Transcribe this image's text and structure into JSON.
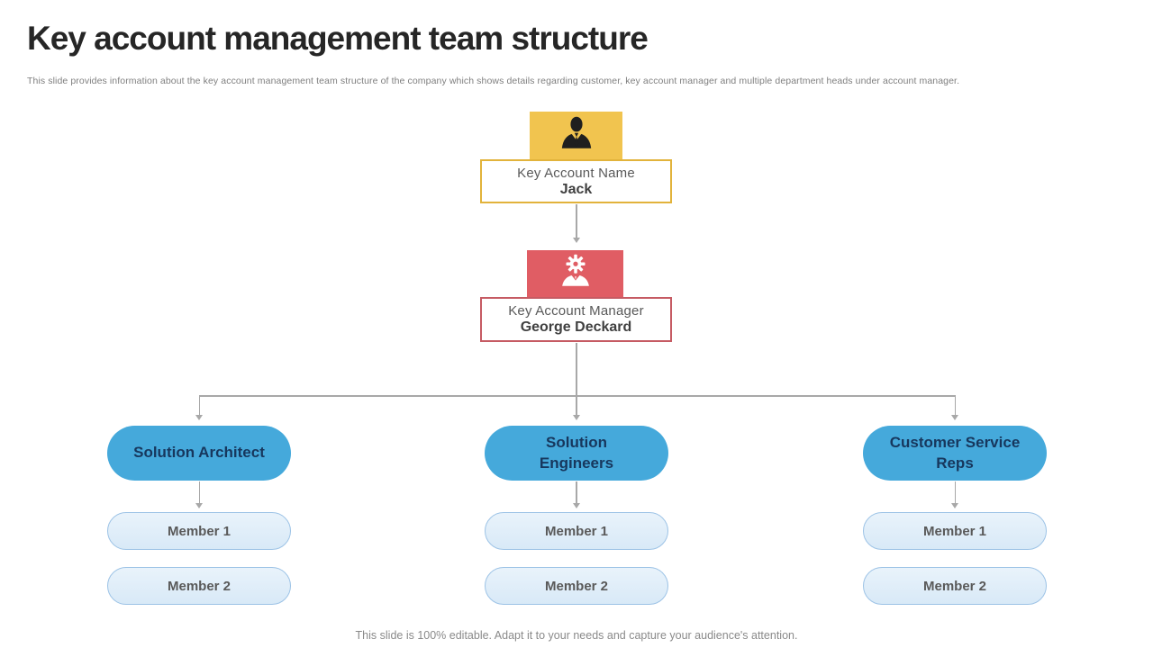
{
  "slide": {
    "title": "Key account management team structure",
    "subtitle": "This slide provides information about the key account management team structure of the company which shows details regarding customer, key account manager and multiple department heads under account manager.",
    "footer": "This slide is 100% editable. Adapt it to your needs and capture your audience's attention."
  },
  "org_chart": {
    "root": {
      "role_label": "Key Account Name",
      "person_name": "Jack",
      "icon": "businessman-icon",
      "accent_color": "#F1C44F"
    },
    "manager": {
      "role_label": "Key Account Manager",
      "person_name": "George Deckard",
      "icon": "manager-gear-icon",
      "accent_color": "#E05D64"
    },
    "departments": [
      {
        "label": "Solution Architect",
        "members": [
          "Member 1",
          "Member 2"
        ]
      },
      {
        "label": "Solution Engineers",
        "members": [
          "Member 1",
          "Member 2"
        ]
      },
      {
        "label": "Customer Service Reps",
        "members": [
          "Member 1",
          "Member 2"
        ]
      }
    ]
  },
  "colors": {
    "root_accent": "#F1C44F",
    "root_border": "#E2B33B",
    "manager_accent": "#E05D64",
    "manager_border": "#C65B63",
    "department_fill": "#45A9DB",
    "department_text": "#17375D",
    "member_fill": "#DCEAF8",
    "member_border": "#9DC3E6",
    "connector": "#A8A8A8"
  }
}
